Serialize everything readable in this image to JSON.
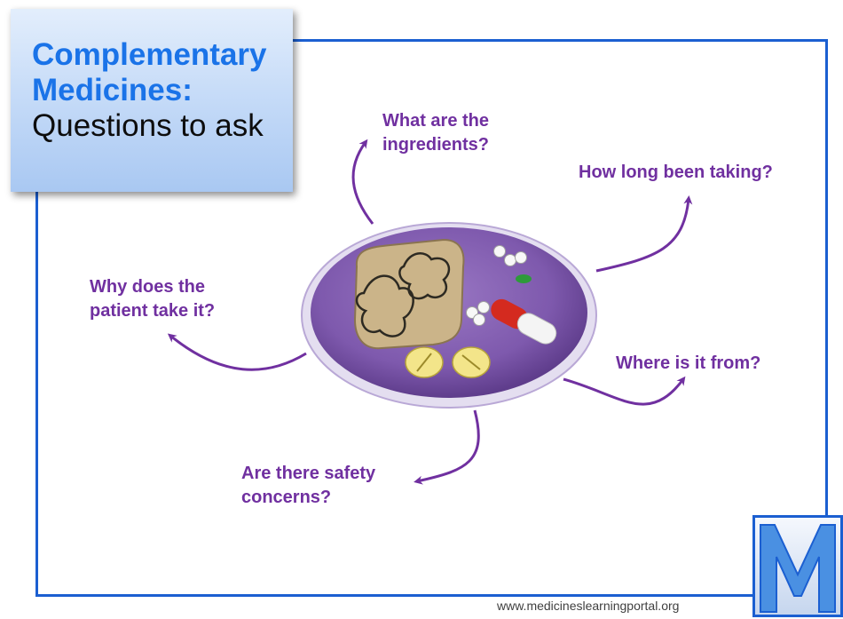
{
  "title": {
    "line1": "Complementary",
    "line2": "Medicines:",
    "line3": "Questions to ask"
  },
  "questions": {
    "ingredients": [
      "What are the",
      "ingredients?"
    ],
    "how_long": "How long been taking?",
    "why": [
      "Why does the",
      "patient take it?"
    ],
    "where": "Where is it from?",
    "safety": [
      "Are there safety",
      "concerns?"
    ]
  },
  "footer": {
    "url": "www.medicineslearningportal.org"
  },
  "logo": {
    "letter": "M"
  },
  "colors": {
    "accent": "#7030a0",
    "frame": "#1b5fd1",
    "title_blue": "#1a73e8",
    "plate": "#8b66b8"
  }
}
